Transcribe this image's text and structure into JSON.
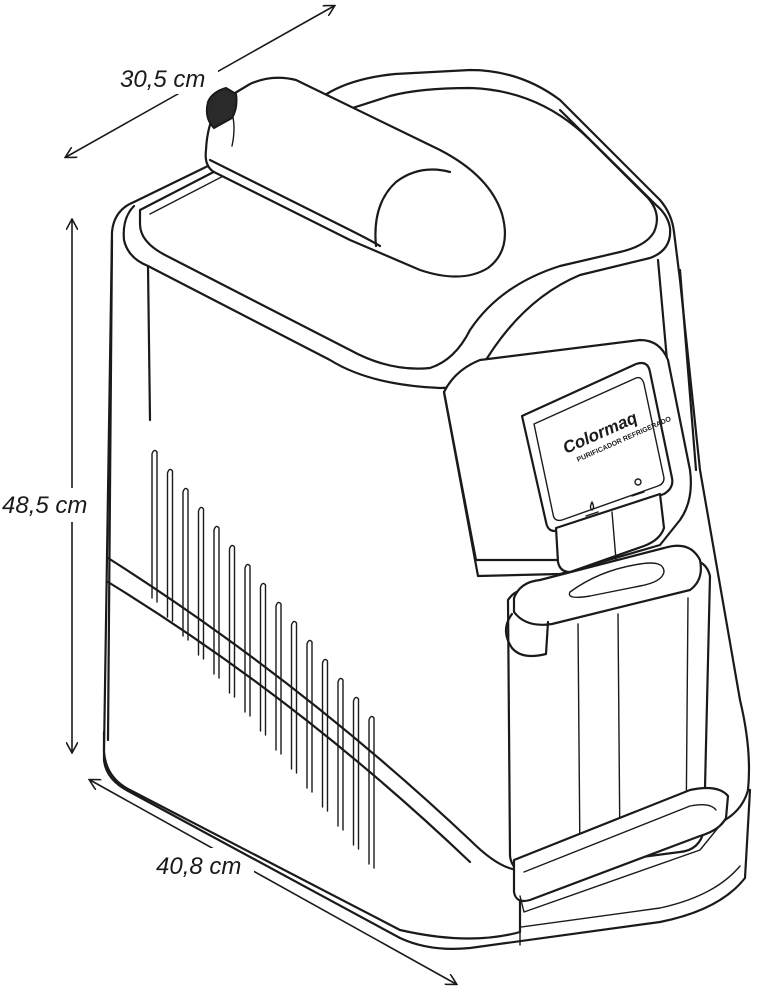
{
  "dimensions": {
    "depth": "30,5 cm",
    "height": "48,5 cm",
    "width": "40,8 cm"
  },
  "product": {
    "brand": "Colormaq",
    "tagline": "PURIFICADOR REFRIGERADO"
  },
  "colors": {
    "line": "#1a1a1a",
    "background": "#ffffff",
    "cap": "#2a2a2a"
  }
}
